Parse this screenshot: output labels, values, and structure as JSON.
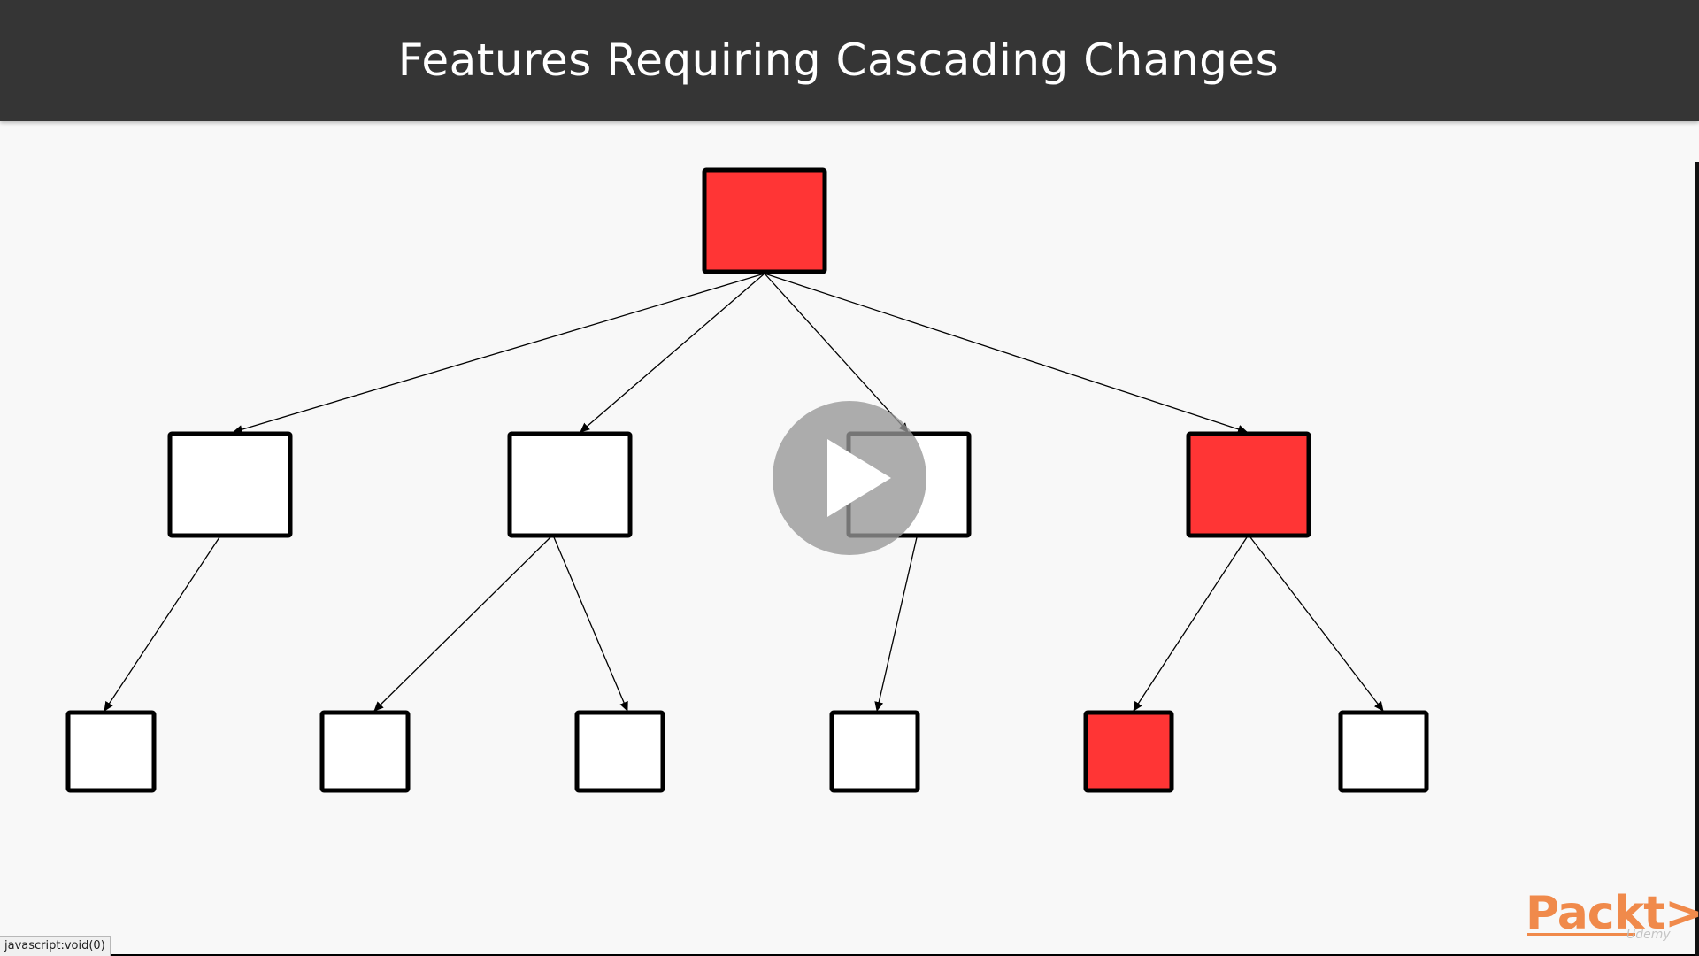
{
  "slide": {
    "title": "Features Requiring Cascading Changes"
  },
  "colors": {
    "title_bar": "#353535",
    "background": "#f8f8f8",
    "highlight": "#ff3535",
    "node_fill": "#ffffff",
    "node_border": "#000000",
    "brand": "#f08a4b"
  },
  "diagram": {
    "nodes": [
      {
        "id": "root",
        "level": 0,
        "highlighted": true
      },
      {
        "id": "l1-a",
        "level": 1,
        "highlighted": false
      },
      {
        "id": "l1-b",
        "level": 1,
        "highlighted": false
      },
      {
        "id": "l1-c",
        "level": 1,
        "highlighted": false
      },
      {
        "id": "l1-d",
        "level": 1,
        "highlighted": true
      },
      {
        "id": "l2-a",
        "level": 2,
        "highlighted": false
      },
      {
        "id": "l2-b",
        "level": 2,
        "highlighted": false
      },
      {
        "id": "l2-c",
        "level": 2,
        "highlighted": false
      },
      {
        "id": "l2-d",
        "level": 2,
        "highlighted": false
      },
      {
        "id": "l2-e",
        "level": 2,
        "highlighted": true
      },
      {
        "id": "l2-f",
        "level": 2,
        "highlighted": false
      }
    ],
    "edges": [
      {
        "from": "root",
        "to": "l1-a"
      },
      {
        "from": "root",
        "to": "l1-b"
      },
      {
        "from": "root",
        "to": "l1-c"
      },
      {
        "from": "root",
        "to": "l1-d"
      },
      {
        "from": "l1-a",
        "to": "l2-a"
      },
      {
        "from": "l1-b",
        "to": "l2-b"
      },
      {
        "from": "l1-b",
        "to": "l2-c"
      },
      {
        "from": "l1-c",
        "to": "l2-d"
      },
      {
        "from": "l1-d",
        "to": "l2-e"
      },
      {
        "from": "l1-d",
        "to": "l2-f"
      }
    ]
  },
  "player": {
    "play_icon": "play-icon"
  },
  "status_bar": {
    "url": "javascript:void(0)"
  },
  "branding": {
    "logo_text": "Packt>",
    "watermark": "Udemy"
  }
}
